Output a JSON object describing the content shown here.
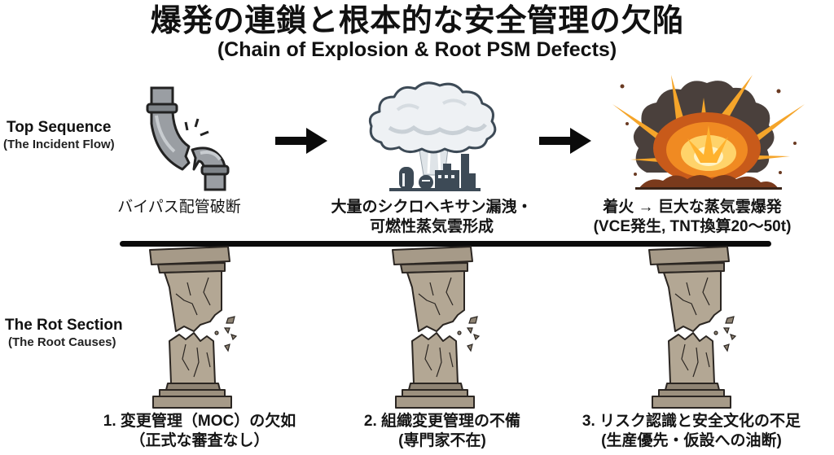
{
  "header": {
    "title": "爆発の連鎖と根本的な安全管理の欠陥",
    "subtitle": "(Chain of Explosion & Root PSM Defects)"
  },
  "top_section": {
    "label": "Top Sequence",
    "sublabel": "(The Incident Flow)",
    "steps": [
      {
        "icon": "broken-pipe-icon",
        "lines": [
          "バイパス配管破断"
        ]
      },
      {
        "icon": "vapor-cloud-plant-icon",
        "lines": [
          "大量のシクロヘキサン漏洩・",
          "可燃性蒸気雲形成"
        ]
      },
      {
        "icon": "explosion-icon",
        "lines": [
          "着火 → 巨大な蒸気雲爆発",
          "(VCE発生, TNT換算20〜50t)"
        ]
      }
    ],
    "arrow_icon": "right-arrow-icon"
  },
  "rot_section": {
    "label": "The Rot Section",
    "sublabel": "(The Root Causes)",
    "causes": [
      {
        "icon": "broken-pillar-icon",
        "lines": [
          "1. 変更管理（MOC）の欠如",
          "（正式な審査なし）"
        ]
      },
      {
        "icon": "broken-pillar-icon",
        "lines": [
          "2. 組織変更管理の不備",
          "(専門家不在)"
        ]
      },
      {
        "icon": "broken-pillar-icon",
        "lines": [
          "3. リスク認識と安全文化の不足",
          "(生産優先・仮設への油断)"
        ]
      }
    ]
  },
  "colors": {
    "text": "#111111",
    "divider": "#0b0b0b",
    "pipe": "#9a9ea3",
    "cloud": "#e6eaee",
    "plant": "#3d4a56",
    "fire": "#f39a1f",
    "smoke": "#4a403c",
    "stone": "#a69a88"
  }
}
